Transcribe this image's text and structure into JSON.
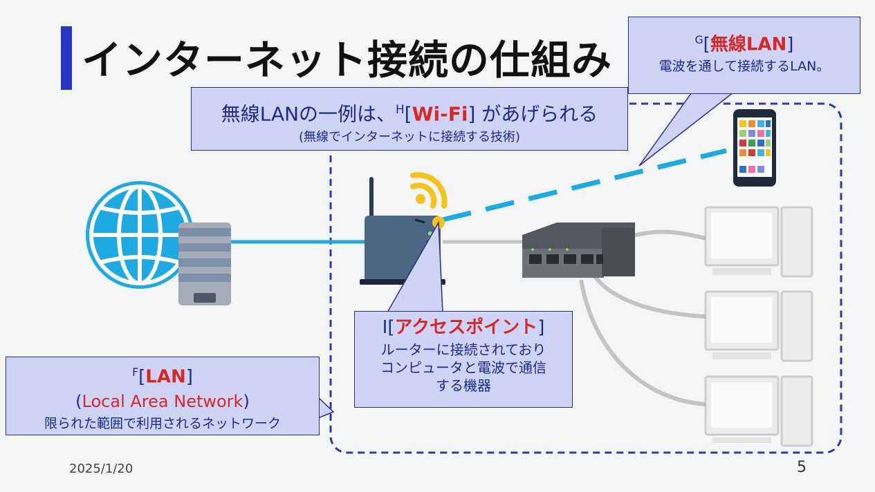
{
  "title": "インターネット接続の仕組み",
  "callouts": {
    "wireless_lan": {
      "label": "G",
      "open": "[",
      "term": "無線LAN",
      "close": "]",
      "desc": "電波を通して接続するLAN。"
    },
    "wifi": {
      "prefix": "無線LANの一例は、",
      "label": "H",
      "open": "[",
      "term": "Wi-Fi",
      "close": "]",
      "suffix": " があげられる",
      "note": "(無線でインターネットに接続する技術)"
    },
    "access_point": {
      "label": "I",
      "open": "[",
      "term": "アクセスポイント",
      "close": "]",
      "desc_lines": [
        "ルーターに接続されており",
        "コンピュータと電波で通信",
        "する機器"
      ]
    },
    "lan": {
      "label": "F",
      "open": "[",
      "term": "LAN",
      "close": "]",
      "paren_open": "(",
      "expansion": "Local Area Network",
      "paren_close": ")",
      "desc": "限られた範囲で利用されるネットワーク"
    }
  },
  "footer": {
    "date": "2025/1/20",
    "page": "5"
  },
  "colors": {
    "accent_bar": "#2c35c4",
    "callout_bg": "#cfd3f5",
    "callout_text": "#1c2a8c",
    "term_red": "#d62828",
    "cable_blue": "#1da9e1",
    "cable_gray": "#c4c4c4",
    "dashed_border": "#2f36b5",
    "wifi_yellow": "#f7c21b"
  },
  "icons": [
    "globe-icon",
    "building-icon",
    "router-icon",
    "wifi-signal-icon",
    "switching-hub-icon",
    "smartphone-icon",
    "desktop-computer-icon"
  ]
}
